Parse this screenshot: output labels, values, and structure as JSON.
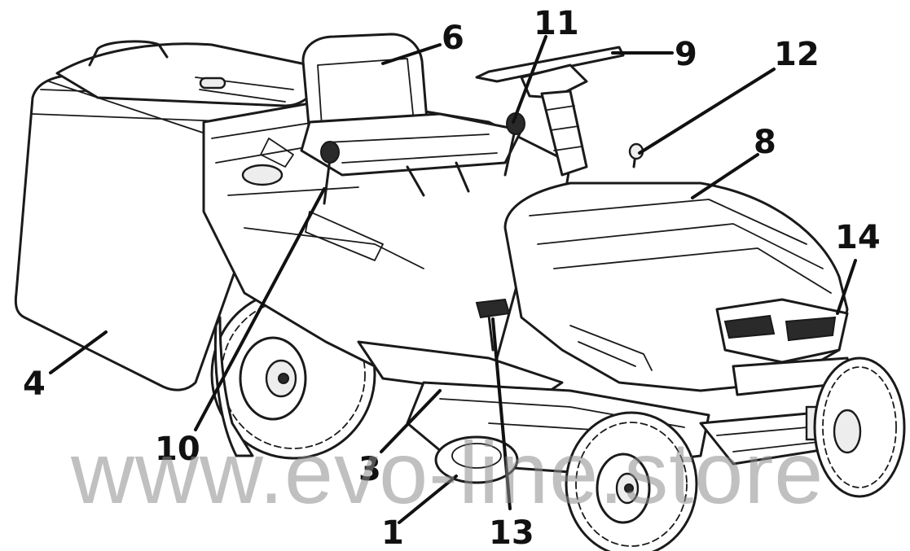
{
  "watermark": "www.evo-line.store",
  "callouts": [
    {
      "id": "1"
    },
    {
      "id": "3"
    },
    {
      "id": "4"
    },
    {
      "id": "6"
    },
    {
      "id": "8"
    },
    {
      "id": "9"
    },
    {
      "id": "10"
    },
    {
      "id": "11"
    },
    {
      "id": "12"
    },
    {
      "id": "13"
    },
    {
      "id": "14"
    }
  ],
  "colors": {
    "ink": "#1a1a1a",
    "watermark": "#8c8c8c",
    "background": "#ffffff"
  }
}
